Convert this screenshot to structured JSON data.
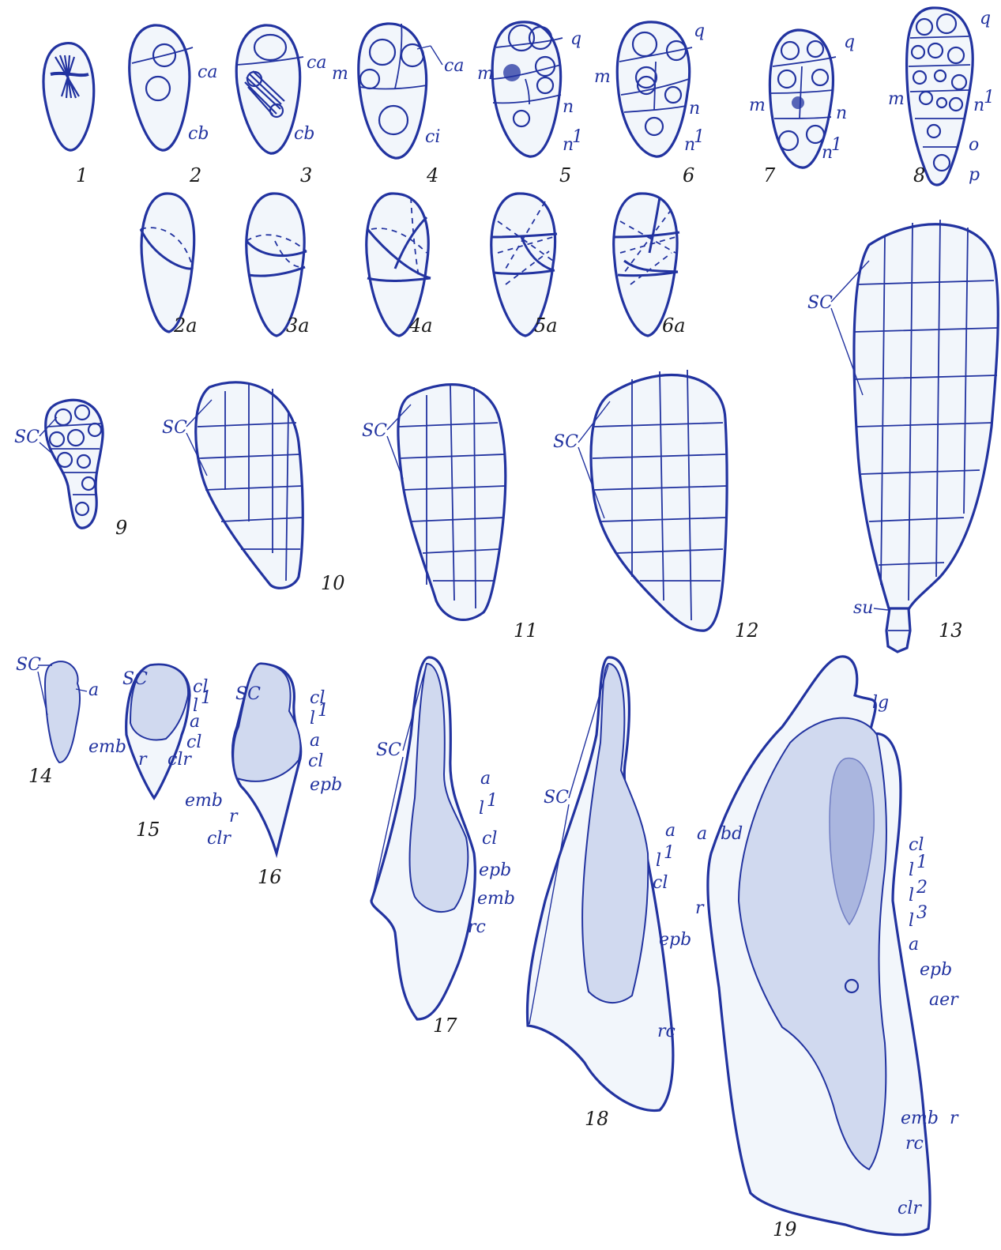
{
  "figure_numbers": [
    "1",
    "2",
    "3",
    "4",
    "5",
    "6",
    "7",
    "8",
    "2a",
    "3a",
    "4a",
    "5a",
    "6a",
    "9",
    "10",
    "11",
    "12",
    "13",
    "14",
    "15",
    "16",
    "17",
    "18",
    "19"
  ],
  "labels": {
    "ca": "ca",
    "cb": "cb",
    "ci": "ci",
    "m": "m",
    "q": "q",
    "n": "n",
    "n1": "n",
    "sup1": "1",
    "sup2": "2",
    "sup3": "3",
    "o": "o",
    "p": "p",
    "SC": "SC",
    "su": "su",
    "a": "a",
    "cl": "cl",
    "l": "l",
    "emb": "emb",
    "r": "r",
    "clr": "clr",
    "epb": "epb",
    "rc": "rc",
    "bd": "bd",
    "lg": "lg",
    "aer": "aer"
  },
  "colors": {
    "ink": "#2233a0",
    "fill": "#f2f6fb",
    "stipple": "#d0d9ef"
  }
}
